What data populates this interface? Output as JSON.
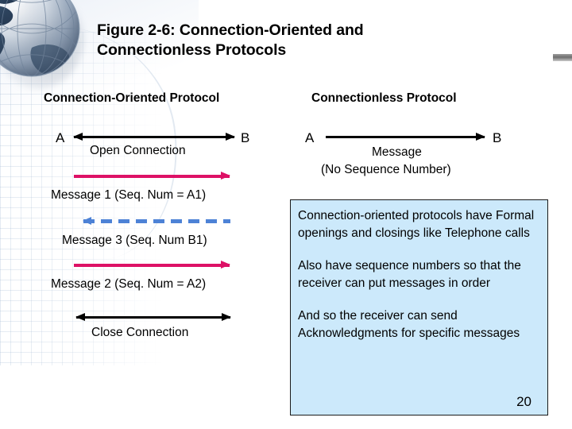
{
  "slide": {
    "title_line1": "Figure 2-6: Connection-Oriented and",
    "title_line2": "Connectionless Protocols",
    "page_number": "20",
    "globe_icon_name": "globe-graphic"
  },
  "colors": {
    "note_box_background": "#CCE9FB",
    "note_box_border": "#1A1A1A",
    "magenta_arrow": "#DD1166",
    "blue_dashed_arrow": "#4D82D6",
    "black_arrow": "#000000",
    "text": "#000000",
    "slide_background": "#FFFFFF"
  },
  "left_column": {
    "heading": "Connection-Oriented Protocol",
    "endpoint_a": "A",
    "endpoint_b": "B",
    "steps": [
      {
        "caption": "Open Connection",
        "arrow_style": "black-double-headed",
        "direction": "both"
      },
      {
        "caption": "Message 1 (Seq. Num = A1)",
        "arrow_style": "magenta-solid",
        "direction": "right"
      },
      {
        "caption": "Message 3 (Seq. Num B1)",
        "arrow_style": "blue-dashed",
        "direction": "left"
      },
      {
        "caption": "Message 2 (Seq. Num = A2)",
        "arrow_style": "magenta-solid",
        "direction": "right"
      },
      {
        "caption": "Close Connection",
        "arrow_style": "black-double-headed",
        "direction": "both"
      }
    ]
  },
  "right_column": {
    "heading": "Connectionless Protocol",
    "endpoint_a": "A",
    "endpoint_b": "B",
    "arrow_style": "black-single-headed",
    "direction": "right",
    "caption_line1": "Message",
    "caption_line2": "(No Sequence Number)"
  },
  "note_box": {
    "paragraphs": [
      "Connection-oriented protocols have Formal openings and closings like Telephone calls",
      "Also have sequence numbers so that the receiver can put messages in order",
      "And so the receiver can send Acknowledgments for specific messages"
    ]
  }
}
